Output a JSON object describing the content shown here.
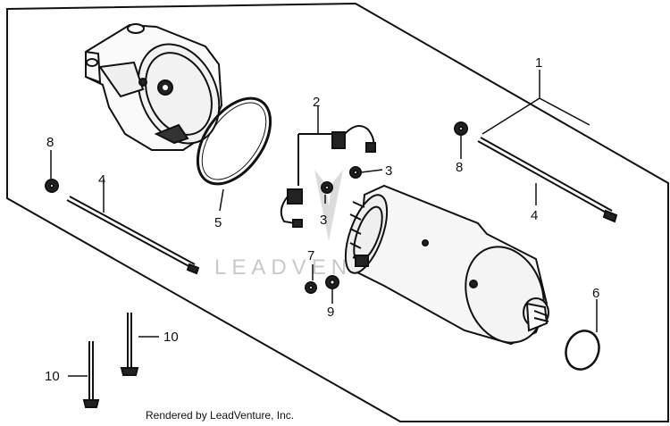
{
  "diagram": {
    "callouts": {
      "c1": "1",
      "c2": "2",
      "c3a": "3",
      "c3b": "3",
      "c4a": "4",
      "c4b": "4",
      "c5": "5",
      "c6": "6",
      "c7": "7",
      "c8a": "8",
      "c8b": "8",
      "c9": "9",
      "c10a": "10",
      "c10b": "10"
    },
    "watermark": "LEADVENTURE",
    "footer": "Rendered by LeadVenture, Inc."
  },
  "colors": {
    "line": "#111111",
    "watermark": "#c9c9c9",
    "background": "#ffffff"
  },
  "icons": [
    "leadventure-logo-mark"
  ]
}
